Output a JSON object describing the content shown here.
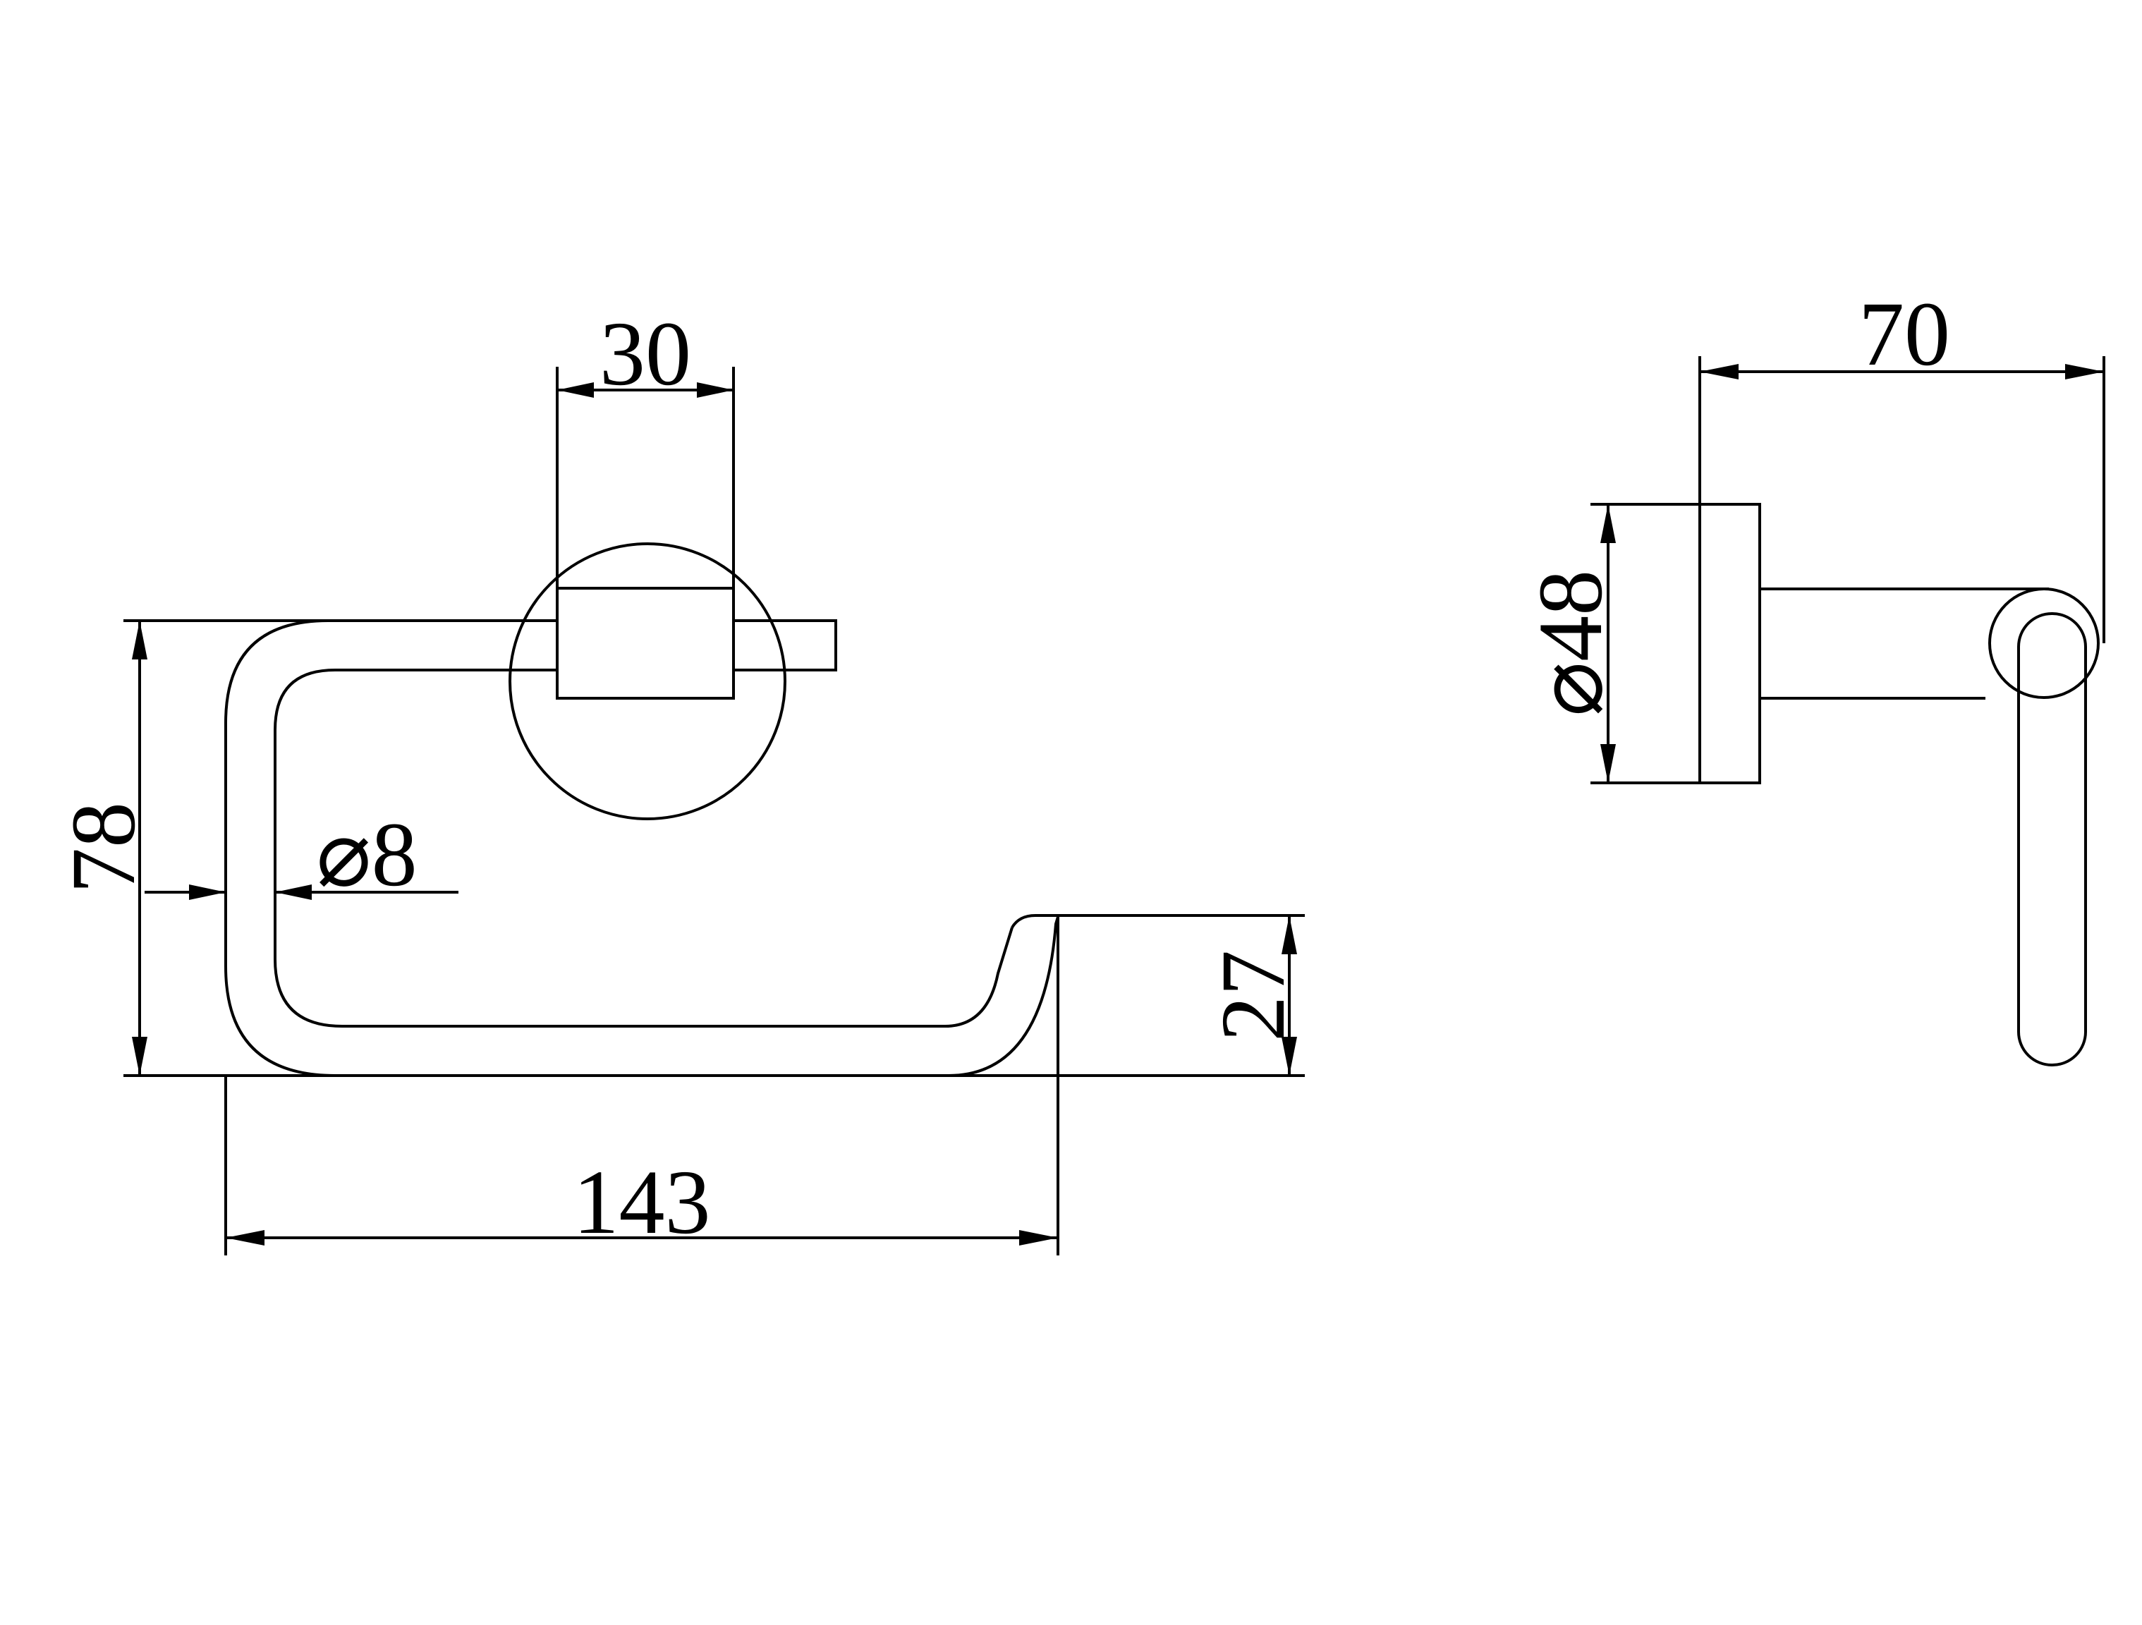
{
  "drawing": {
    "colors": {
      "line": "#000000",
      "background": "#ffffff"
    },
    "front_view": {
      "dim_width_base": "30",
      "dim_height_total": "78",
      "dim_rod_diameter": "⌀8",
      "dim_lip_height": "27",
      "dim_length": "143"
    },
    "side_view": {
      "dim_projection": "70",
      "dim_base_diameter": "⌀48"
    }
  }
}
